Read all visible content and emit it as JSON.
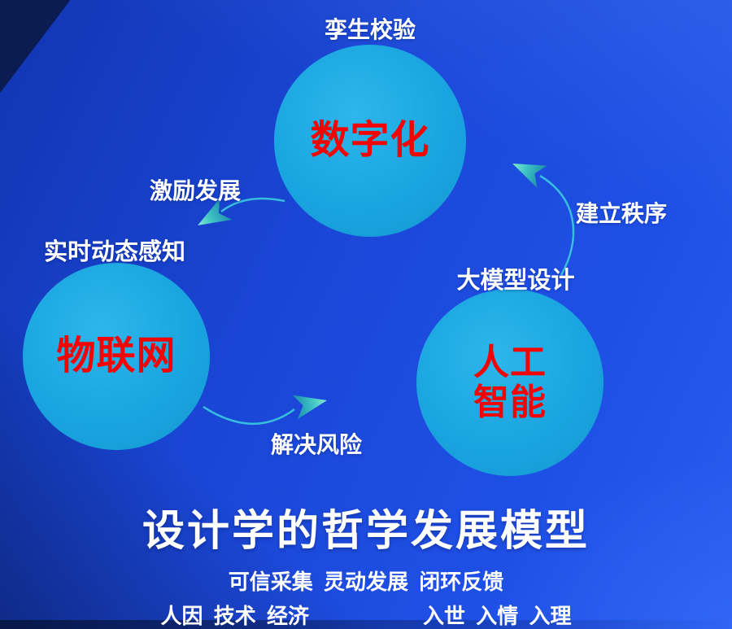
{
  "nodes": {
    "digitalization": "数字化",
    "iot": "物联网",
    "ai_line1": "人工",
    "ai_line2": "智能"
  },
  "edge_labels": {
    "twin_verification": "孪生校验",
    "incentive_development": "激励发展",
    "realtime_dynamic_sensing": "实时动态感知",
    "establish_order": "建立秩序",
    "large_model_design": "大模型设计",
    "resolve_risk": "解决风险"
  },
  "footer": {
    "title": "设计学的哲学发展模型",
    "subtitle_line1": "可信采集 灵动发展 闭环反馈",
    "subtitle_line2_left": "人因 技术 经济",
    "subtitle_line2_right": "入世 入情 入理"
  },
  "colors": {
    "background": "#1a46d6",
    "dark_corner": "#0a1c52",
    "node_fill": "#1aa5e0",
    "node_text": "#f30400",
    "label_text": "#ffffff",
    "arrow_line": "#39c4de",
    "arrow_tip": "#86ecd2",
    "arrow_back": "#1e8fae"
  }
}
